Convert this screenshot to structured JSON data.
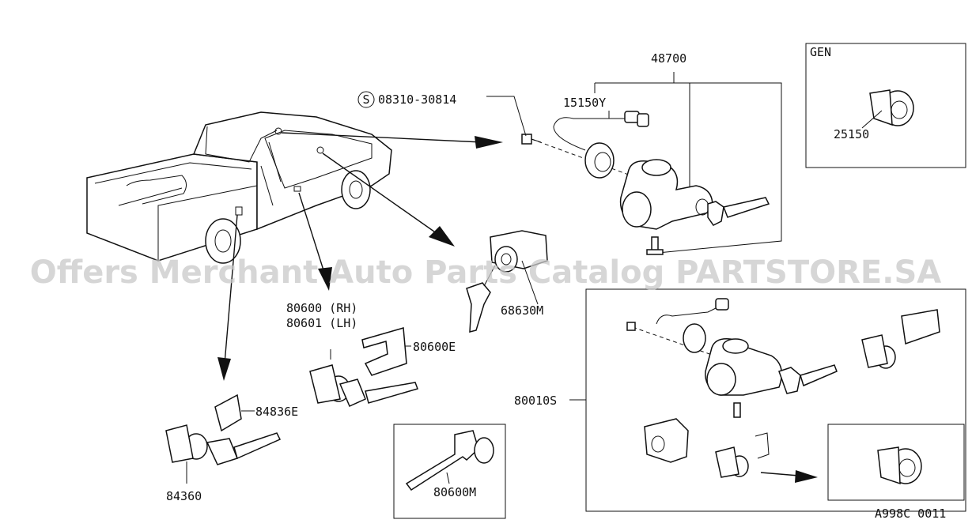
{
  "labels": {
    "p48700": "48700",
    "p15150y": "15150Y",
    "screw_symbol": "S",
    "p08310": "08310-30814",
    "p68630m": "68630M",
    "p80600rh": "80600 (RH)",
    "p80601lh": "80601 (LH)",
    "p80600e": "80600E",
    "p84836e": "84836E",
    "p84360": "84360",
    "p80600m": "80600M",
    "p80010s": "80010S",
    "gen": "GEN",
    "p25150": "25150",
    "figure_code": "A998C 0011"
  },
  "watermark": "Offers Merchant Auto Parts Catalog PARTSTORE.SA"
}
